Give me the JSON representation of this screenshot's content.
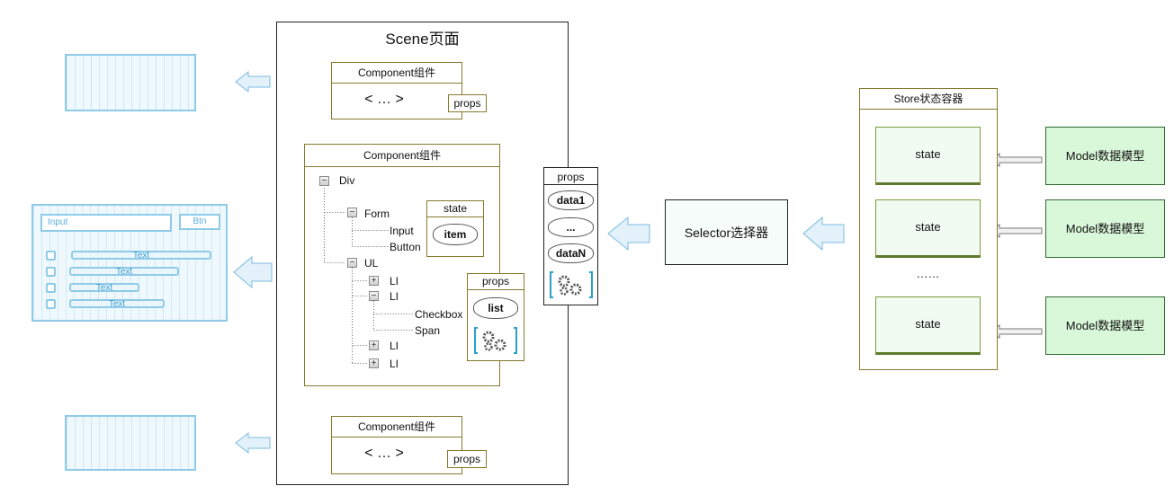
{
  "scene": {
    "title": "Scene页面"
  },
  "component_top": {
    "title": "Component组件",
    "content": "<  …  >",
    "props": "props"
  },
  "component_mid": {
    "title": "Component组件",
    "tree": {
      "div": "Div",
      "form": "Form",
      "input": "Input",
      "button": "Button",
      "ul": "UL",
      "li": "LI",
      "checkbox": "Checkbox",
      "span": "Span"
    },
    "state_box": {
      "title": "state",
      "cloud": "item"
    },
    "props_box": {
      "title": "props",
      "cloud": "list"
    }
  },
  "component_bottom": {
    "title": "Component组件",
    "content": "<  …  >",
    "props": "props"
  },
  "props_panel": {
    "title": "props",
    "items": [
      "data1",
      "...",
      "dataN"
    ]
  },
  "selector": {
    "label": "Selector选择器"
  },
  "store": {
    "title": "Store状态容器",
    "states": [
      "state",
      "state",
      "state"
    ],
    "ellipsis": "……"
  },
  "models": [
    "Model数据模型",
    "Model数据模型",
    "Model数据模型"
  ],
  "wireframe_form": {
    "input_placeholder": "Input",
    "button_label": "Btn",
    "rows": [
      "Text",
      "Text",
      "Text",
      "Text"
    ]
  },
  "colors": {
    "component_border": "#857a2c",
    "wire_blue": "#8fcbe8",
    "arrow_fill": "#e3f1fa",
    "model_fill": "#d9f7d9",
    "state_fill": "#f2fbf2"
  }
}
